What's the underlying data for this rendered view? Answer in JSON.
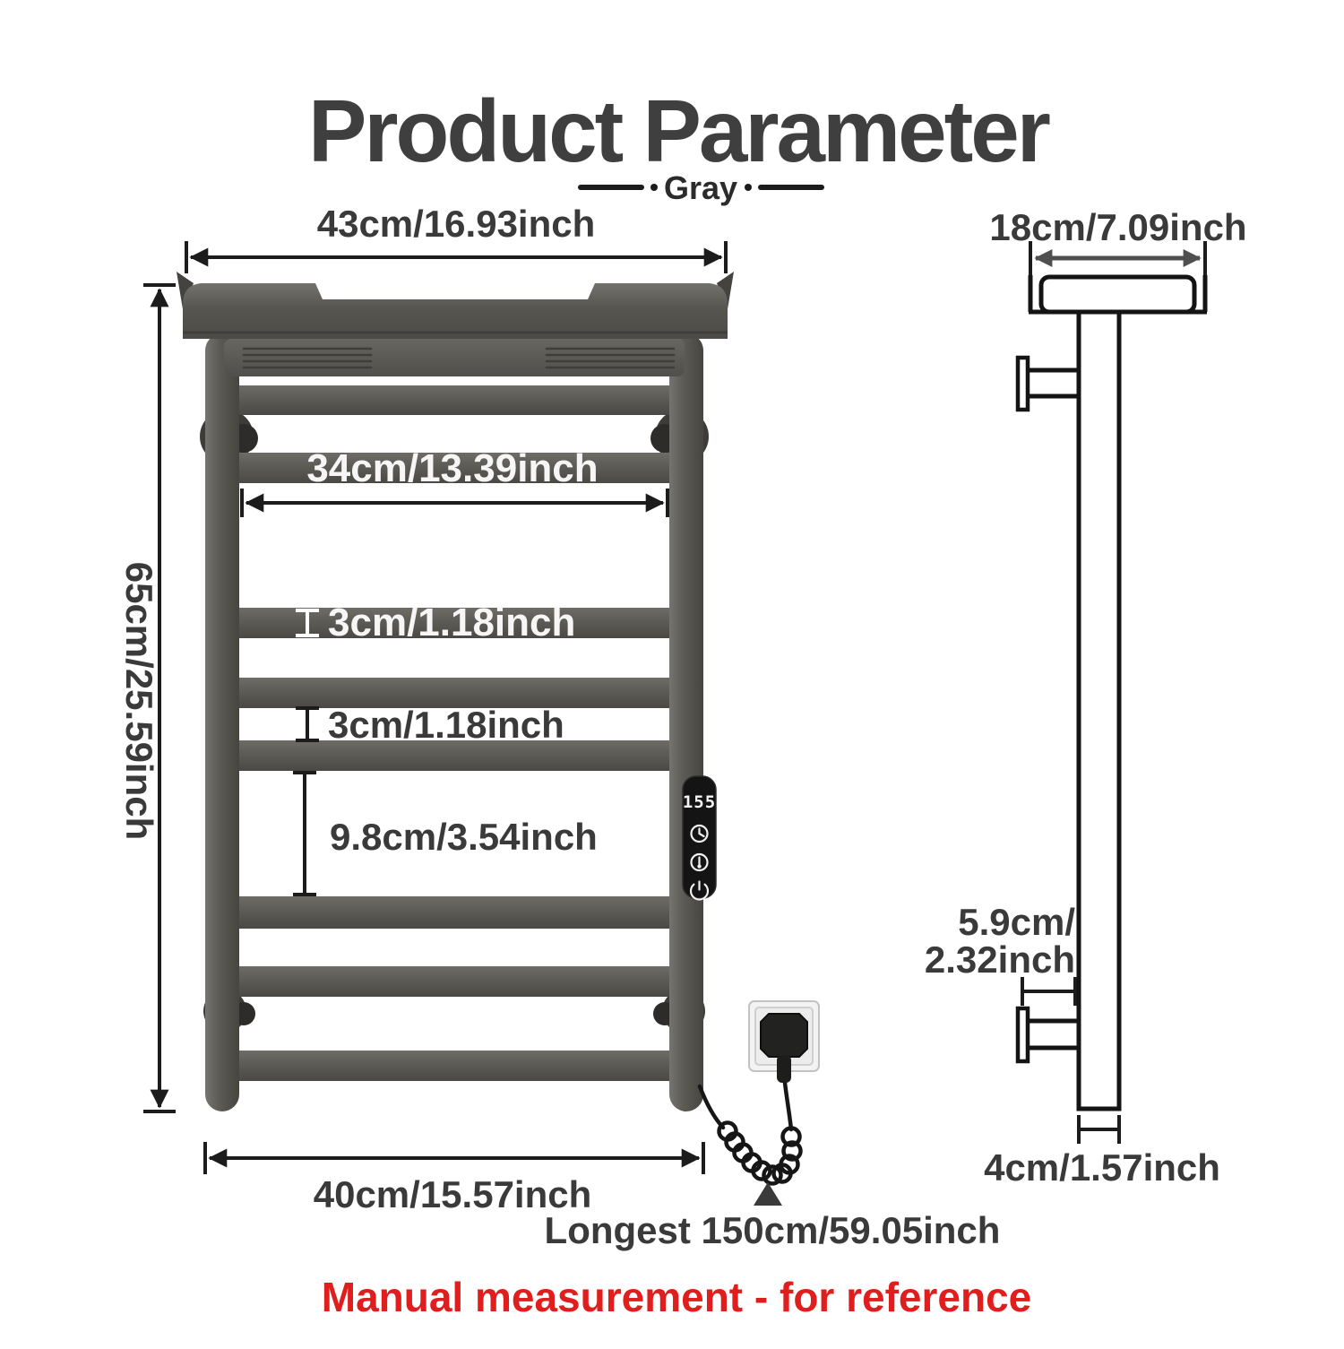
{
  "title": "Product Parameter",
  "variant": {
    "label": "Gray"
  },
  "front": {
    "top_width": "43cm/16.93inch",
    "height": "65cm/25.59inch",
    "inner_width": "34cm/13.39inch",
    "bar_thickness": "3cm/1.18inch",
    "bar_gap": "3cm/1.18inch",
    "section_gap": "9.8cm/3.54inch",
    "bottom_width": "40cm/15.57inch",
    "cord_length": "Longest 150cm/59.05inch",
    "panel": {
      "display": "155",
      "icons": [
        "timer-icon",
        "thermometer-icon",
        "power-icon"
      ]
    }
  },
  "side": {
    "top_depth": "18cm/7.09inch",
    "bracket_depth_line1": "5.9cm/",
    "bracket_depth_line2": "2.32inch",
    "post_depth": "4cm/1.57inch"
  },
  "note": "Manual measurement - for reference",
  "colors": {
    "accent_red": "#e01e1e",
    "rack_gray": "#5b5955",
    "rack_dark": "#3e3c39",
    "text_dark": "#3a3a3a",
    "line_black": "#1c1c1c",
    "side_arrow_gray": "#4f4f4f",
    "panel_black": "#141414",
    "background": "#ffffff"
  }
}
